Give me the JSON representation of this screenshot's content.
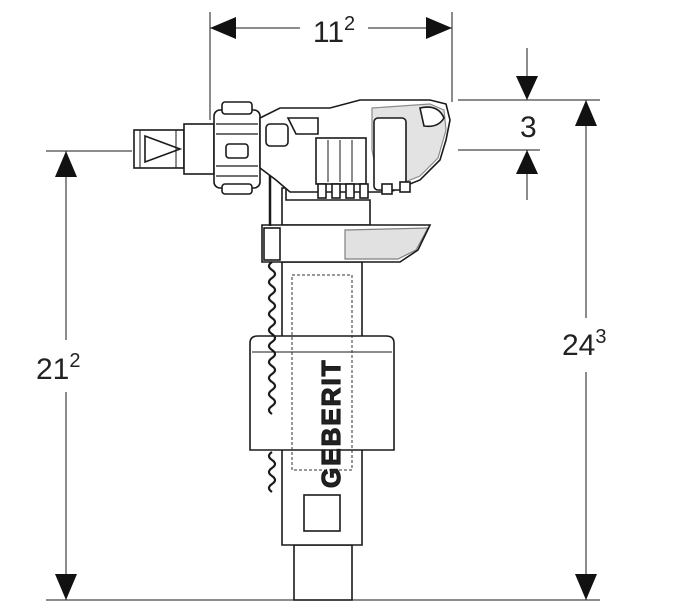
{
  "dimensions": {
    "width_top": {
      "main": "11",
      "sup": "2"
    },
    "top_offset": {
      "main": "3",
      "sup": ""
    },
    "height_left": {
      "main": "21",
      "sup": "2"
    },
    "height_right": {
      "main": "24",
      "sup": "3"
    }
  },
  "logo": {
    "text": "GEBERIT"
  }
}
